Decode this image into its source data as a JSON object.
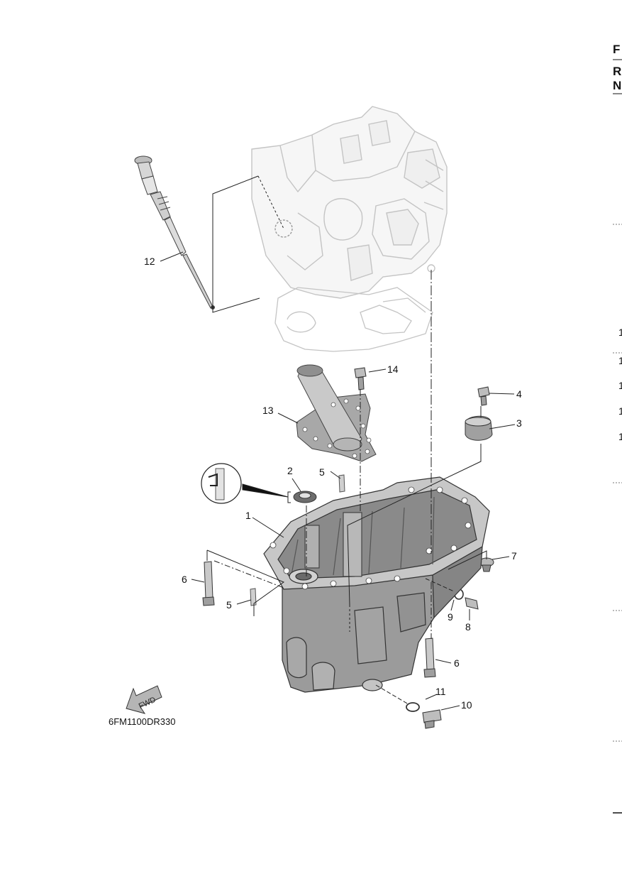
{
  "diagram": {
    "drawing_code": "6FM1100DR330",
    "fwd_label": "FWD",
    "callouts": {
      "c1": "1",
      "c2": "2",
      "c3": "3",
      "c4": "4",
      "c5a": "5",
      "c5b": "5",
      "c6a": "6",
      "c6b": "6",
      "c7": "7",
      "c8": "8",
      "c9": "9",
      "c10": "10",
      "c11": "11",
      "c12": "12",
      "c13": "13",
      "c14": "14"
    }
  },
  "right_edge": {
    "header_letters": [
      "F",
      "R",
      "N"
    ],
    "row_digits": [
      "1",
      "1",
      "1",
      "1",
      "1"
    ]
  }
}
